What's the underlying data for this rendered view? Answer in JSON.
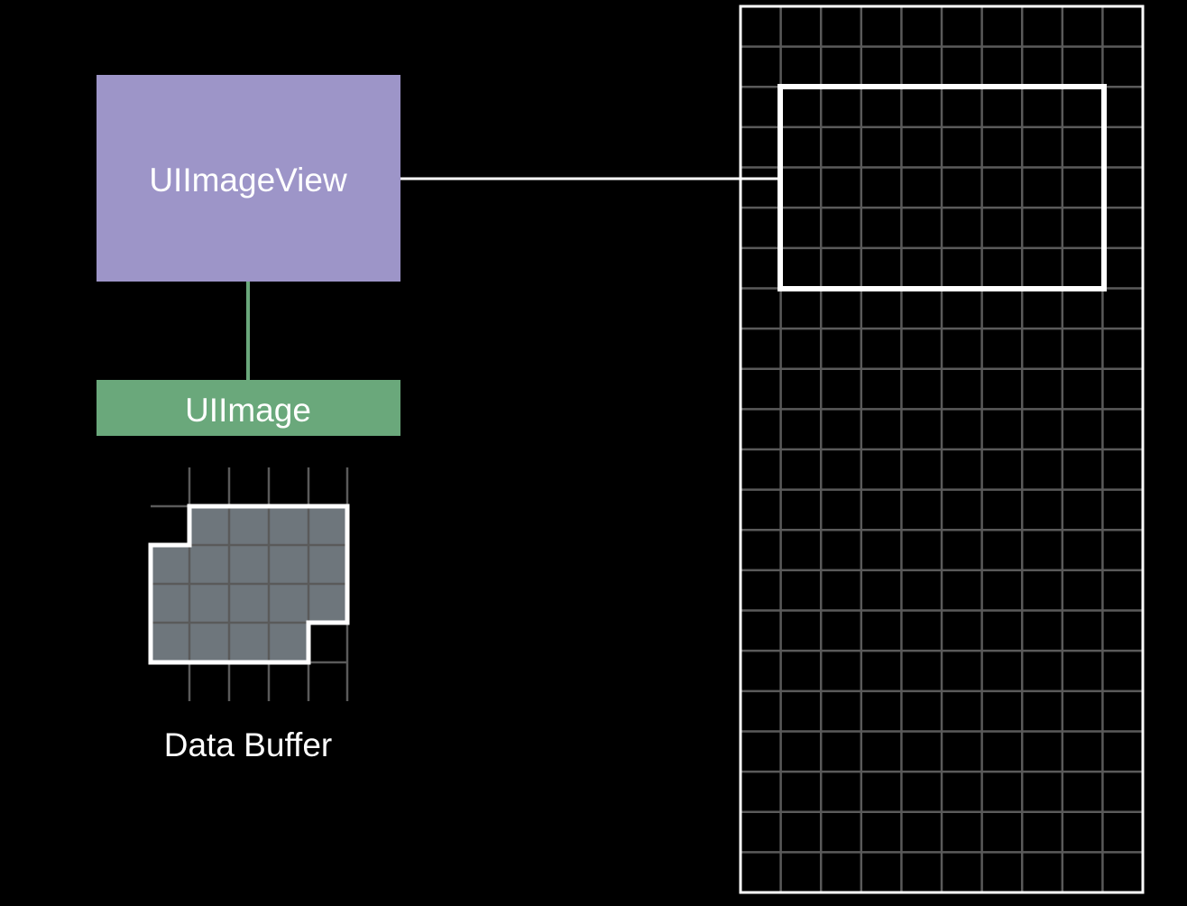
{
  "diagram": {
    "image_view_label": "UIImageView",
    "image_label": "UIImage",
    "buffer_label": "Data Buffer"
  },
  "colors": {
    "background": "#000000",
    "image_view_fill": "#9d95c8",
    "image_fill": "#6aa87b",
    "image_connector": "#6aa87b",
    "view_connector": "#ffffff",
    "buffer_fill": "#6e767c",
    "grid_line": "#5a5a5a",
    "highlight_outline": "#ffffff"
  },
  "screen_grid": {
    "columns": 10,
    "rows": 22
  },
  "buffer_grid": {
    "columns": 5,
    "rows": 4
  }
}
